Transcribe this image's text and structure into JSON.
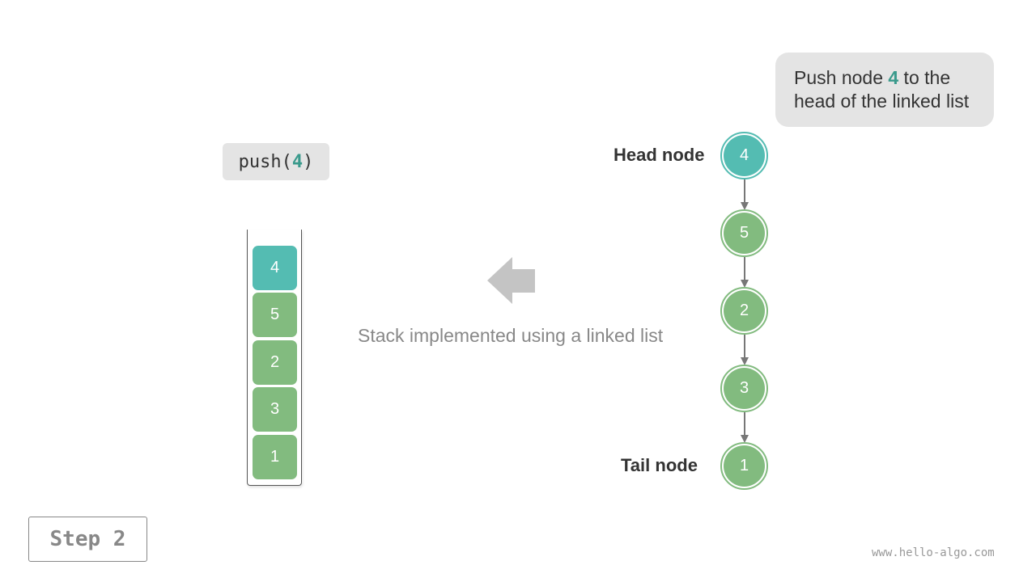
{
  "callout": {
    "prefix": "Push node ",
    "highlight": "4",
    "suffix": " to the head of the linked list"
  },
  "operation": {
    "prefix": "push(",
    "argument": "4",
    "suffix": ")"
  },
  "stack": {
    "items_top_to_bottom": [
      "4",
      "5",
      "2",
      "3",
      "1"
    ]
  },
  "caption": "Stack implemented using a linked list",
  "linked_list": {
    "nodes": [
      "4",
      "5",
      "2",
      "3",
      "1"
    ],
    "head_label": "Head node",
    "tail_label": "Tail node"
  },
  "step_label": "Step 2",
  "watermark": "www.hello-algo.com",
  "colors": {
    "new_node": "#54bcb2",
    "node": "#82bb7f",
    "highlight_text": "#3a9a8c",
    "arrow": "#c4c4c4"
  }
}
